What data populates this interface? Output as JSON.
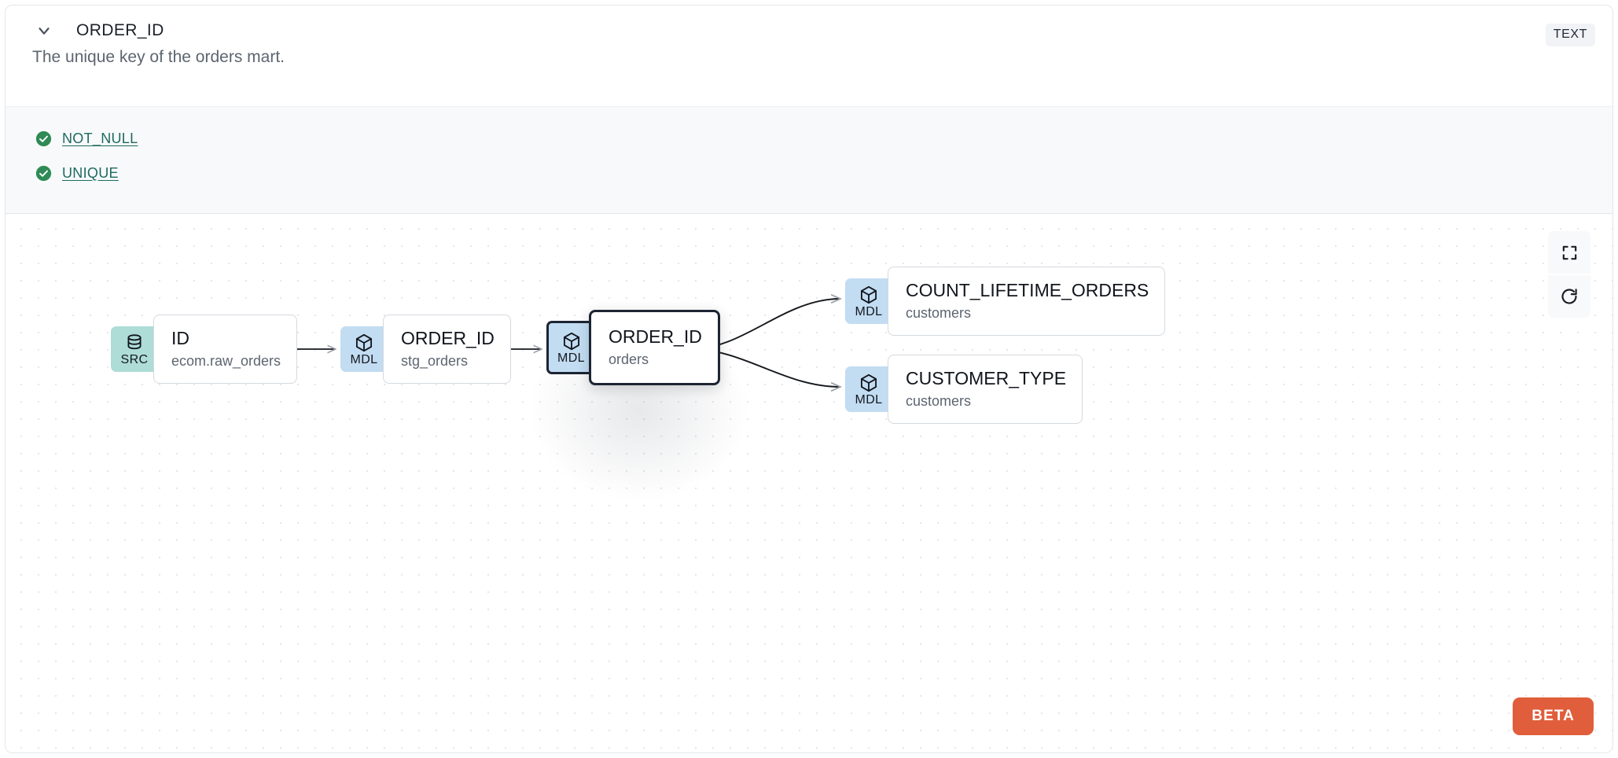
{
  "header": {
    "column_name": "ORDER_ID",
    "description": "The unique key of the orders mart.",
    "data_type_badge": "TEXT",
    "collapse_icon": "chevron-down-icon"
  },
  "tests": [
    {
      "label": "NOT_NULL",
      "status_icon": "check-circle-icon",
      "status_color": "#2f8a55"
    },
    {
      "label": "UNIQUE",
      "status_icon": "check-circle-icon",
      "status_color": "#2f8a55"
    }
  ],
  "graph": {
    "nodes": [
      {
        "id": "src",
        "kind": "SRC",
        "kind_icon": "database-icon",
        "name": "ID",
        "parent": "ecom.raw_orders",
        "selected": false
      },
      {
        "id": "stg",
        "kind": "MDL",
        "kind_icon": "cube-icon",
        "name": "ORDER_ID",
        "parent": "stg_orders",
        "selected": false
      },
      {
        "id": "selected",
        "kind": "MDL",
        "kind_icon": "cube-icon",
        "name": "ORDER_ID",
        "parent": "orders",
        "selected": true
      },
      {
        "id": "clo",
        "kind": "MDL",
        "kind_icon": "cube-icon",
        "name": "COUNT_LIFETIME_ORDERS",
        "parent": "customers",
        "selected": false
      },
      {
        "id": "ct",
        "kind": "MDL",
        "kind_icon": "cube-icon",
        "name": "CUSTOMER_TYPE",
        "parent": "customers",
        "selected": false
      }
    ],
    "controls": [
      {
        "name": "fit-view-button",
        "icon": "fullscreen-icon"
      },
      {
        "name": "reset-button",
        "icon": "refresh-icon"
      }
    ],
    "beta_badge": "BETA",
    "colors": {
      "src_badge": "#aedcd7",
      "mdl_badge": "#c2dcf2",
      "selected_border": "#1d2433",
      "edge": "#15181d",
      "beta": "#e05e3c"
    }
  }
}
